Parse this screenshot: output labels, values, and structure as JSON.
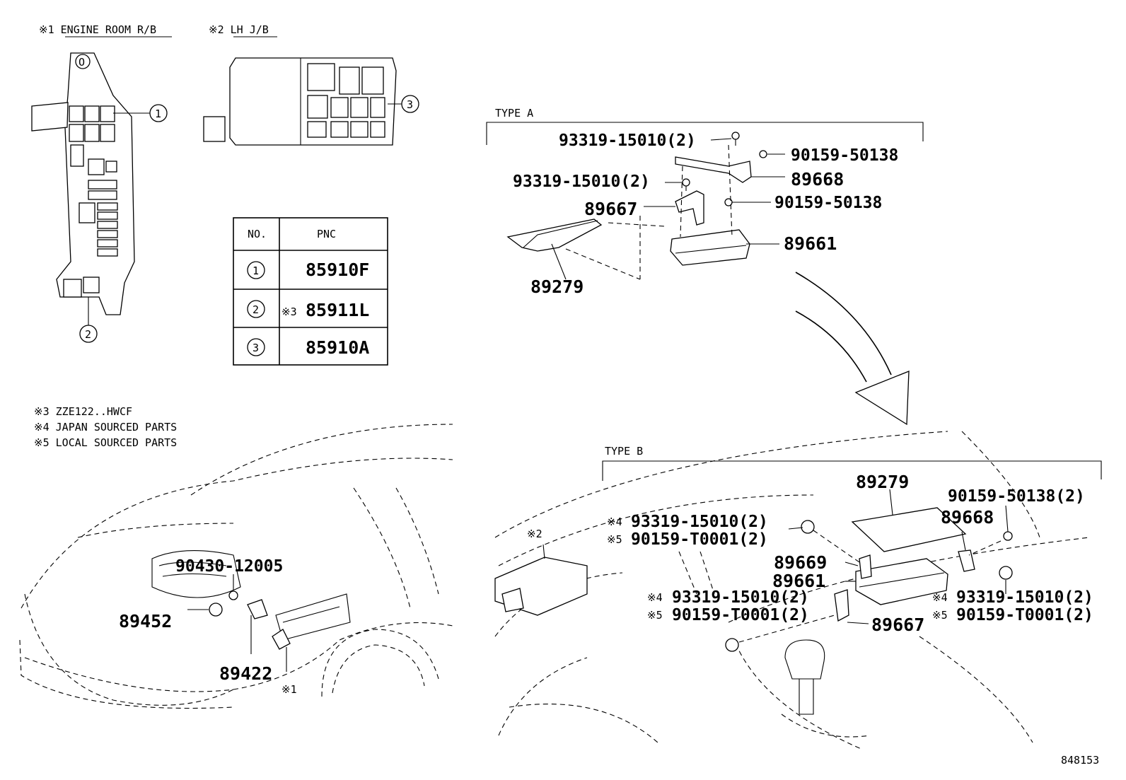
{
  "notes": {
    "n1": "※1 ENGINE ROOM R/B",
    "n2": "※2 LH J/B",
    "n3": "※3 ZZE122..HWCF",
    "n4": "※4 JAPAN SOURCED PARTS",
    "n5": "※5 LOCAL SOURCED PARTS"
  },
  "callouts": {
    "c1": "1",
    "c2": "2",
    "c3": "3",
    "ref1": "※1",
    "ref2": "※2"
  },
  "pnc_table": {
    "headers": [
      "NO.",
      "PNC"
    ],
    "rows": [
      {
        "no": "1",
        "prefix": "",
        "pnc": "85910F"
      },
      {
        "no": "2",
        "prefix": "※3",
        "pnc": "85911L"
      },
      {
        "no": "3",
        "prefix": "",
        "pnc": "85910A"
      }
    ]
  },
  "type_a": {
    "label": "TYPE A",
    "parts": {
      "screw_top": "93319-15010(2)",
      "bolt_top": "90159-50138",
      "bracket_top": "89668",
      "screw_mid": "93319-15010(2)",
      "bolt_mid": "90159-50138",
      "bracket_mid": "89667",
      "ecu": "89661",
      "cover": "89279"
    }
  },
  "type_b": {
    "label": "TYPE B",
    "parts": {
      "cover": "89279",
      "bolt_right": "90159-50138(2)",
      "bracket_right": "89668",
      "screw_left_a_prefix": "※4",
      "screw_left_a": "93319-15010(2)",
      "screw_left_b_prefix": "※5",
      "screw_left_b": "90159-T0001(2)",
      "bracket_left": "89669",
      "ecu": "89661",
      "screw_low_a_prefix": "※4",
      "screw_low_a": "93319-15010(2)",
      "screw_low_b_prefix": "※5",
      "screw_low_b": "90159-T0001(2)",
      "bracket_low": "89667",
      "screw_r_a_prefix": "※4",
      "screw_r_a": "93319-15010(2)",
      "screw_r_b_prefix": "※5",
      "screw_r_b": "90159-T0001(2)"
    }
  },
  "engine": {
    "bolt": "90430-12005",
    "sensor_left": "89452",
    "sensor_right": "89422"
  },
  "figure_id": "848153"
}
